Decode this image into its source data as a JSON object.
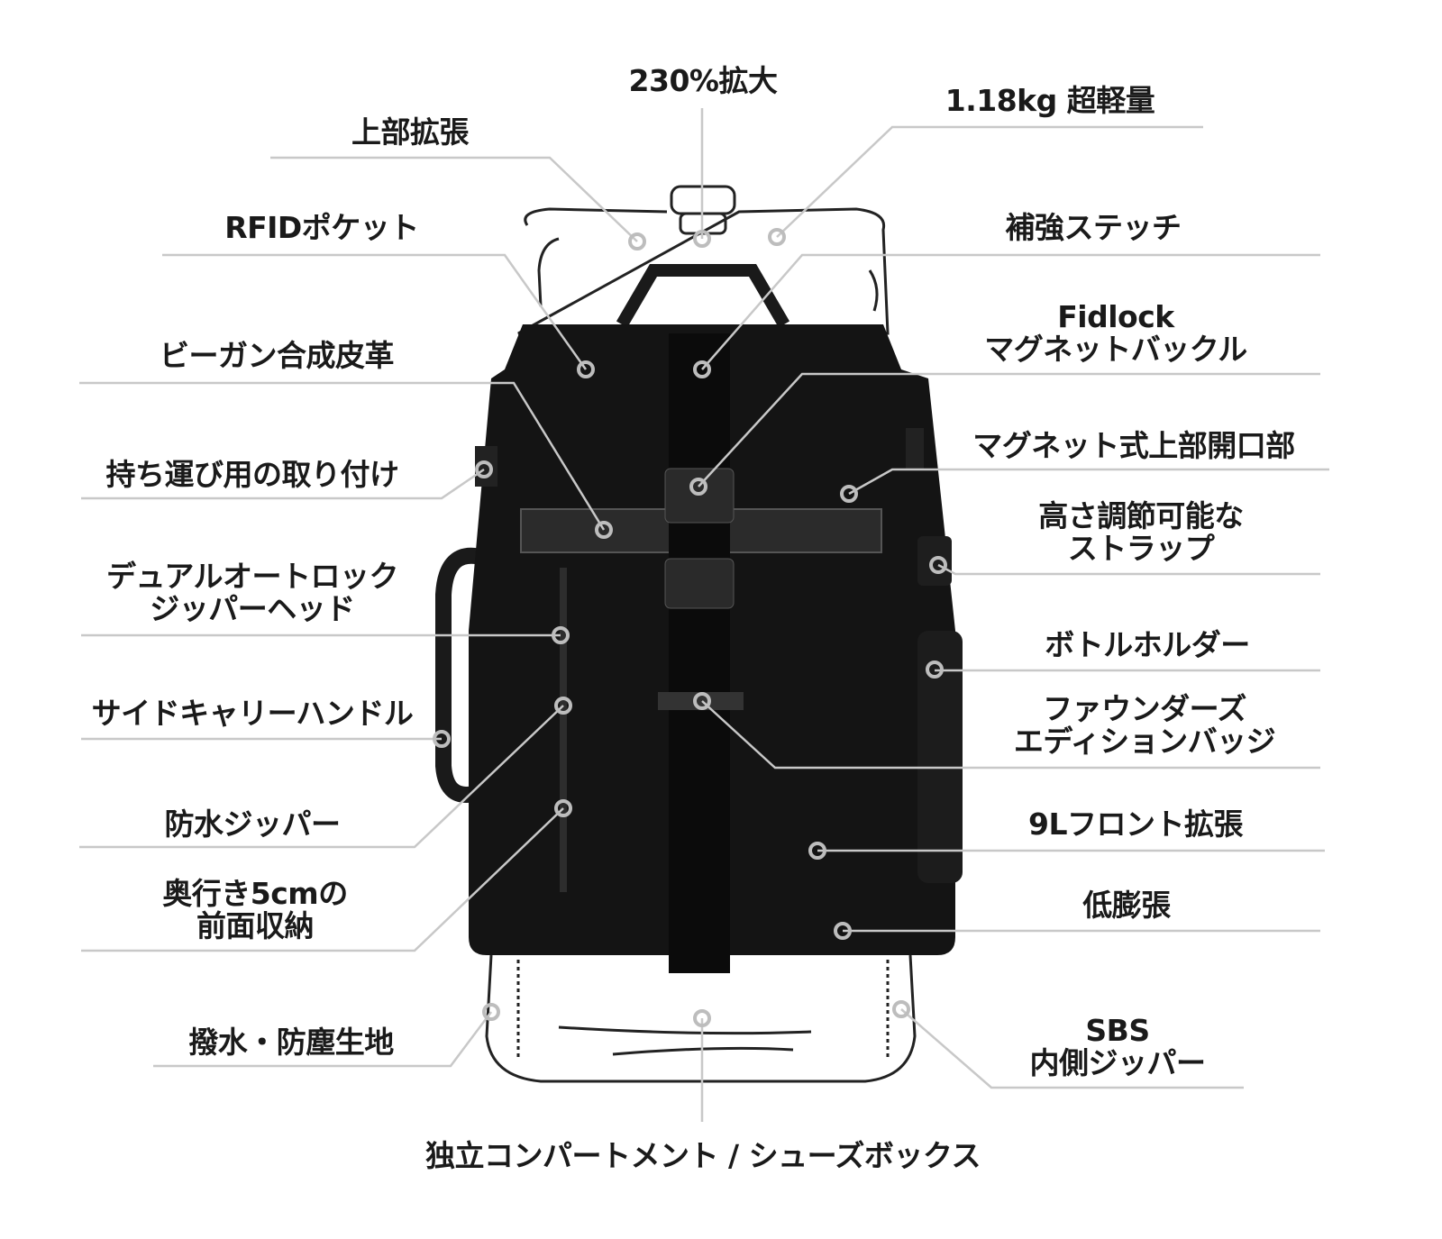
{
  "diagram": {
    "subject": "backpack-feature-callouts",
    "top_label": "230%拡大",
    "bottom_label": "独立コンパートメント / シューズボックス",
    "left_labels": [
      {
        "lines": [
          "上部拡張"
        ]
      },
      {
        "lines": [
          "RFIDポケット"
        ]
      },
      {
        "lines": [
          "ビーガン合成皮革"
        ]
      },
      {
        "lines": [
          "持ち運び用の取り付け"
        ]
      },
      {
        "lines": [
          "デュアルオートロック",
          "ジッパーヘッド"
        ]
      },
      {
        "lines": [
          "サイドキャリーハンドル"
        ]
      },
      {
        "lines": [
          "防水ジッパー"
        ]
      },
      {
        "lines": [
          "奥行き5cmの",
          "前面収納"
        ]
      },
      {
        "lines": [
          "撥水・防塵生地"
        ]
      }
    ],
    "right_labels": [
      {
        "lines": [
          "1.18kg 超軽量"
        ]
      },
      {
        "lines": [
          "補強ステッチ"
        ]
      },
      {
        "lines": [
          "Fidlock",
          "マグネットバックル"
        ]
      },
      {
        "lines": [
          "マグネット式上部開口部"
        ]
      },
      {
        "lines": [
          "高さ調節可能な",
          "ストラップ"
        ]
      },
      {
        "lines": [
          "ボトルホルダー"
        ]
      },
      {
        "lines": [
          "ファウンダーズ",
          "エディションバッジ"
        ]
      },
      {
        "lines": [
          "9Lフロント拡張"
        ]
      },
      {
        "lines": [
          "低膨張"
        ]
      },
      {
        "lines": [
          "SBS",
          "内側ジッパー"
        ]
      }
    ],
    "colors": {
      "bag": "#141414",
      "line": "#c8c8c8",
      "text": "#1a1a1a",
      "dot": "#bdbdbd"
    }
  }
}
